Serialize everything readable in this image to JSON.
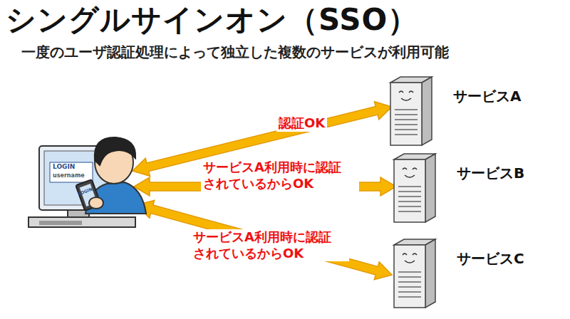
{
  "diagram": {
    "title": "シングルサインオン（SSO）",
    "nodes": [
      {
        "text": [
          "サービスA"
        ]
      },
      {
        "text": [
          "サービスB"
        ]
      },
      {
        "text": [
          "サービスC"
        ]
      }
    ],
    "labels": [
      "一度のユーザ認証処理によって独立した複数のサービスが利用可能",
      "認証OK",
      "サービスA利用時に認証 されているからOK",
      "サービスA利用時に認証 されているからOK",
      "LOGIN",
      "username",
      "LOGIN"
    ]
  }
}
